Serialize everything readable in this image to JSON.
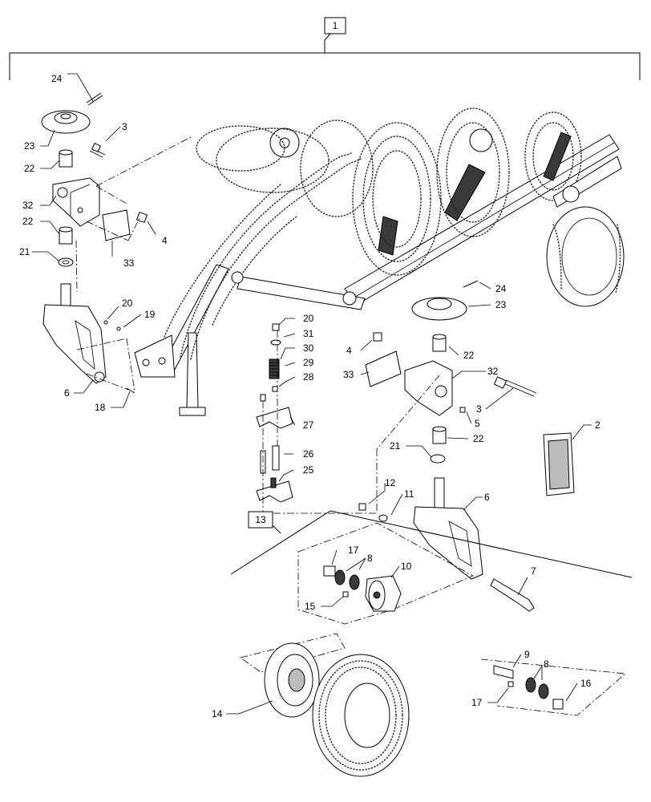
{
  "callouts": {
    "c1": "1",
    "c2": "2",
    "c3a": "3",
    "c3b": "3",
    "c4a": "4",
    "c4b": "4",
    "c5": "5",
    "c6a": "6",
    "c6b": "6",
    "c7": "7",
    "c8a": "8",
    "c8b": "8",
    "c9": "9",
    "c10": "10",
    "c11": "11",
    "c12": "12",
    "c13": "13",
    "c14": "14",
    "c15": "15",
    "c16": "16",
    "c17a": "17",
    "c17b": "17",
    "c18": "18",
    "c19": "19",
    "c20a": "20",
    "c20b": "20",
    "c21a": "21",
    "c21b": "21",
    "c22a": "22",
    "c22b": "22",
    "c22c": "22",
    "c22d": "22",
    "c23a": "23",
    "c23b": "23",
    "c24a": "24",
    "c24b": "24",
    "c25": "25",
    "c26": "26",
    "c27": "27",
    "c28": "28",
    "c29": "29",
    "c30": "30",
    "c31": "31",
    "c32a": "32",
    "c32b": "32",
    "c33a": "33",
    "c33b": "33"
  }
}
